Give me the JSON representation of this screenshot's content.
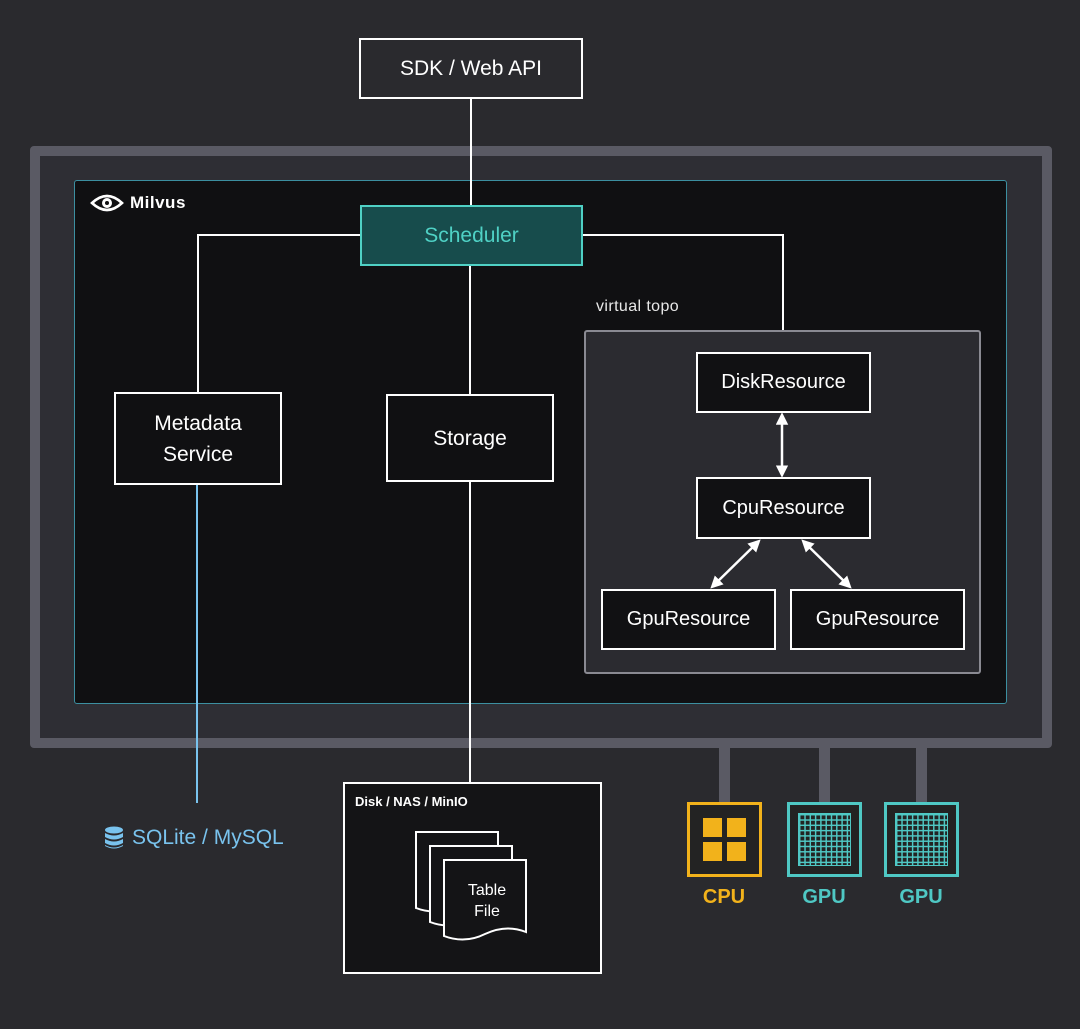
{
  "brand": {
    "name": "Milvus"
  },
  "nodes": {
    "sdk": "SDK / Web API",
    "scheduler": "Scheduler",
    "metadata": "Metadata\nService",
    "storage": "Storage",
    "virtual_topo": "virtual topo",
    "disk_resource": "DiskResource",
    "cpu_resource": "CpuResource",
    "gpu_resource_1": "GpuResource",
    "gpu_resource_2": "GpuResource"
  },
  "external": {
    "database": "SQLite / MySQL",
    "disk_storage": "Disk / NAS / MinIO",
    "table_file": "Table\nFile"
  },
  "hardware": [
    {
      "label": "CPU",
      "color": "#f2b21b"
    },
    {
      "label": "GPU",
      "color": "#4fc8c4"
    },
    {
      "label": "GPU",
      "color": "#4fc8c4"
    }
  ],
  "colors": {
    "scheduler_accent": "#4fd1c5",
    "database_accent": "#79c3ee",
    "frame": "#5a5a64"
  }
}
